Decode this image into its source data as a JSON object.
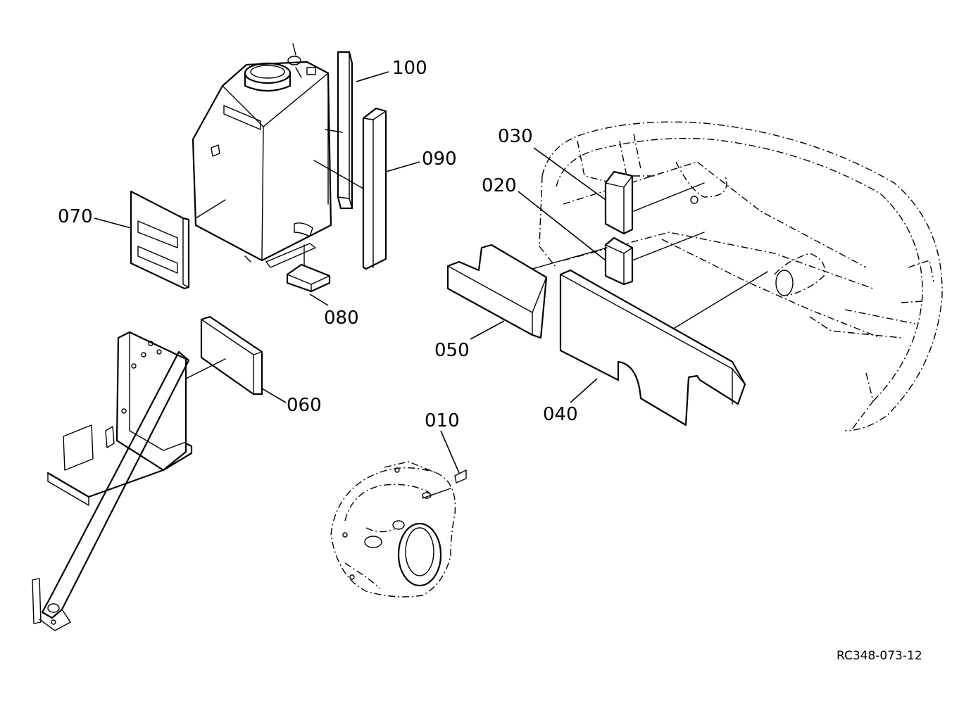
{
  "diagram": {
    "drawing_code": "RC348-073-12",
    "callouts": [
      {
        "id": "p010",
        "label": "010"
      },
      {
        "id": "p020",
        "label": "020"
      },
      {
        "id": "p030",
        "label": "030"
      },
      {
        "id": "p040",
        "label": "040"
      },
      {
        "id": "p050",
        "label": "050"
      },
      {
        "id": "p060",
        "label": "060"
      },
      {
        "id": "p070",
        "label": "070"
      },
      {
        "id": "p080",
        "label": "080"
      },
      {
        "id": "p090",
        "label": "090"
      },
      {
        "id": "p100",
        "label": "100"
      }
    ]
  }
}
